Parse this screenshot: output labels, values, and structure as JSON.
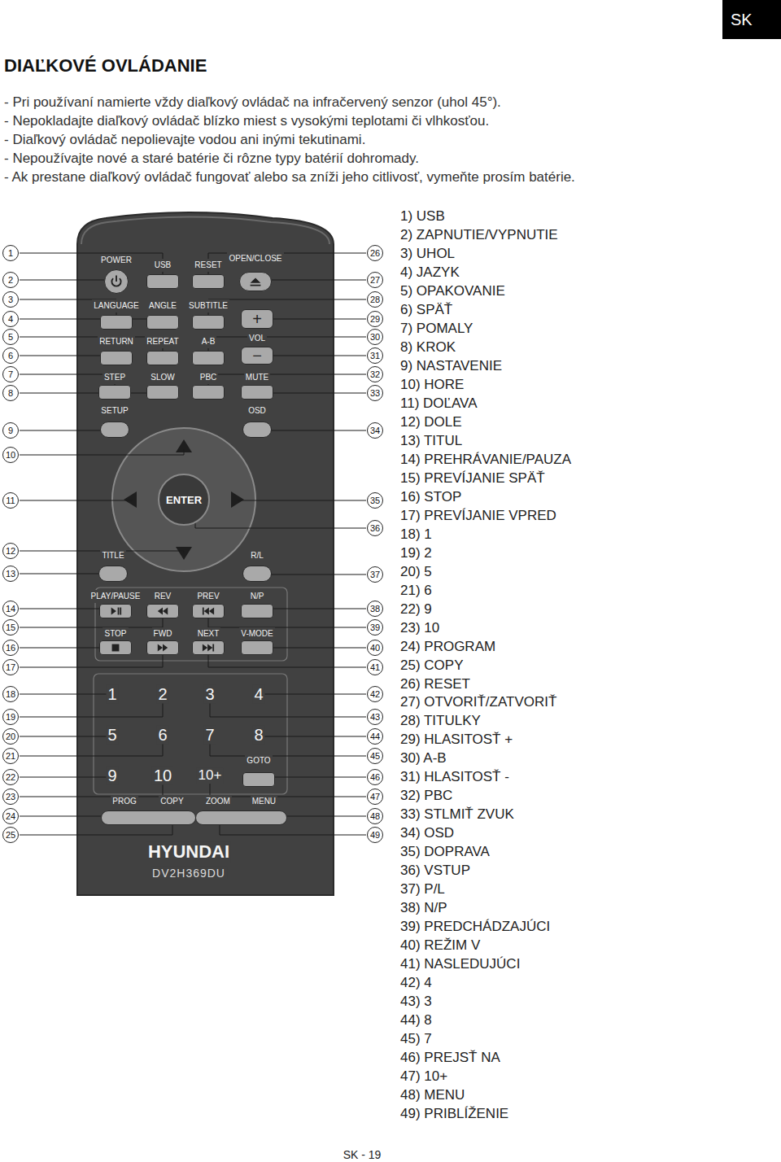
{
  "diagram": {
    "title": "DIAĽKOVÉ OVLÁDANIE",
    "nodes": [
      {
        "text": [
          "SK"
        ]
      },
      {
        "text": [
          "POWER"
        ]
      },
      {
        "text": [
          "USB"
        ]
      },
      {
        "text": [
          "RESET"
        ]
      },
      {
        "text": [
          "OPEN/CLOSE"
        ]
      },
      {
        "text": [
          "LANGUAGE"
        ]
      },
      {
        "text": [
          "ANGLE"
        ]
      },
      {
        "text": [
          "SUBTITLE"
        ]
      },
      {
        "text": [
          "+"
        ]
      },
      {
        "text": [
          "RETURN"
        ]
      },
      {
        "text": [
          "REPEAT"
        ]
      },
      {
        "text": [
          "A-B"
        ]
      },
      {
        "text": [
          "−"
        ]
      },
      {
        "text": [
          "STEP"
        ]
      },
      {
        "text": [
          "SLOW"
        ]
      },
      {
        "text": [
          "PBC"
        ]
      },
      {
        "text": [
          "MUTE"
        ]
      },
      {
        "text": [
          "SETUP"
        ]
      },
      {
        "text": [
          "OSD"
        ]
      },
      {
        "text": [
          "ENTER"
        ]
      },
      {
        "text": [
          "TITLE"
        ]
      },
      {
        "text": [
          "R/L"
        ]
      },
      {
        "text": [
          "PLAY/PAUSE"
        ]
      },
      {
        "text": [
          "REV"
        ]
      },
      {
        "text": [
          "PREV"
        ]
      },
      {
        "text": [
          "N/P"
        ]
      },
      {
        "text": [
          "STOP"
        ]
      },
      {
        "text": [
          "FWD"
        ]
      },
      {
        "text": [
          "NEXT"
        ]
      },
      {
        "text": [
          "V-MODE"
        ]
      },
      {
        "text": [
          "GOTO"
        ]
      },
      {
        "text": [
          "PROG",
          "COPY"
        ]
      },
      {
        "text": [
          "ZOOM",
          "MENU"
        ]
      }
    ],
    "labels": [
      "- Pri používaní namierte vždy diaľkový ovládač na infračervený senzor (uhol 45°).",
      "- Nepokladajte diaľkový ovládač blízko miest s vysokými teplotami či vlhkosťou.",
      "- Diaľkový ovládač nepolievajte vodou ani inými tekutinami.",
      "- Nepoužívajte nové a staré batérie či rôzne typy batérií dohromady.",
      "- Ak prestane diaľkový ovládač fungovať alebo sa zníži jeho citlivosť, vymeňte prosím batérie.",
      "1",
      "2",
      "3",
      "4",
      "5",
      "6",
      "7",
      "8",
      "9",
      "10",
      "11",
      "12",
      "13",
      "14",
      "15",
      "16",
      "17",
      "18",
      "19",
      "20",
      "21",
      "22",
      "23",
      "24",
      "25",
      "26",
      "27",
      "28",
      "29",
      "30",
      "31",
      "32",
      "33",
      "34",
      "35",
      "36",
      "37",
      "38",
      "39",
      "40",
      "41",
      "42",
      "43",
      "44",
      "45",
      "46",
      "47",
      "48",
      "49",
      "1) USB",
      "2) ZAPNUTIE/VYPNUTIE",
      "3) UHOL",
      "4) JAZYK",
      "5) OPAKOVANIE",
      "6) SPÄŤ",
      "7) POMALY",
      "8) KROK",
      "9) NASTAVENIE",
      "10) HORE",
      "11) DOĽAVA",
      "12) DOLE",
      "13) TITUL",
      "14) PREHRÁVANIE/PAUZA",
      "15) PREVÍJANIE SPÄŤ",
      "16) STOP",
      "17) PREVÍJANIE VPRED",
      "18) 1",
      "19) 2",
      "20) 5",
      "21) 6",
      "22) 9",
      "23) 10",
      "24) PROGRAM",
      "25) COPY",
      "26) RESET",
      "27) OTVORIŤ/ZATVORIŤ",
      "28) TITULKY",
      "29) HLASITOSŤ +",
      "30) A-B",
      "31) HLASITOSŤ -",
      "32) PBC",
      "33) STLMIŤ ZVUK",
      "34) OSD",
      "35) DOPRAVA",
      "36) VSTUP",
      "37) P/L",
      "38) N/P",
      "39) PREDCHÁDZAJÚCI",
      "40) REŽIM V",
      "41) NASLEDUJÚCI",
      "42) 4",
      "43) 3",
      "44) 8",
      "45) 7",
      "46) PREJSŤ NA",
      "47) 10+",
      "48) MENU",
      "49) PRIBLÍŽENIE",
      "VOL",
      "1",
      "2",
      "3",
      "4",
      "5",
      "6",
      "7",
      "8",
      "9",
      "10",
      "10+",
      "HYUNDAI",
      "DV2H369DU",
      "SK - 19"
    ]
  }
}
